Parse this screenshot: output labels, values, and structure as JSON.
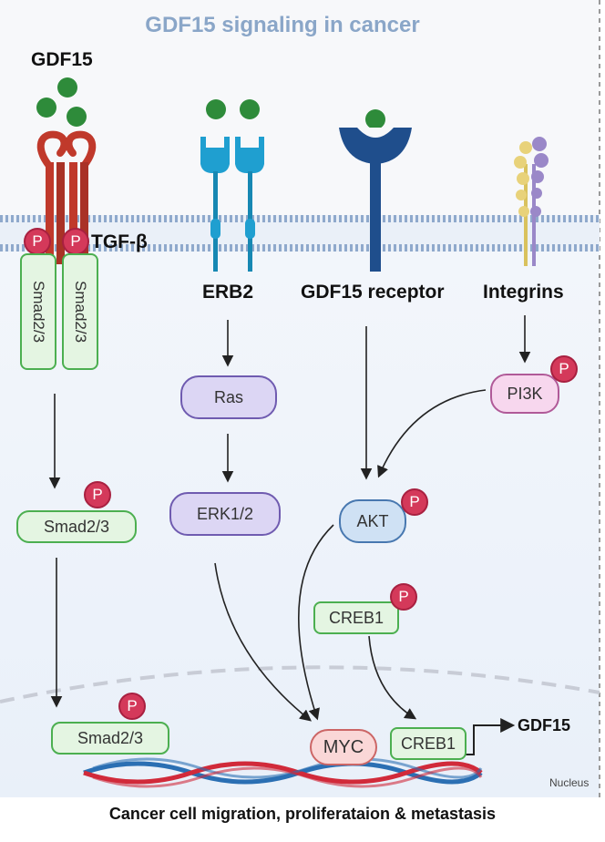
{
  "title": "GDF15 signaling in cancer",
  "ligand_label": "GDF15",
  "receptors": {
    "tgfb": "TGF-β",
    "erb2": "ERB2",
    "gdf15_receptor": "GDF15 receptor",
    "integrins": "Integrins"
  },
  "nodes": {
    "smad_left": "Smad2/3",
    "smad_right": "Smad2/3",
    "smad_mid": "Smad2/3",
    "smad_nuclear": "Smad2/3",
    "ras": "Ras",
    "erk": "ERK1/2",
    "akt": "AKT",
    "pi3k": "PI3K",
    "creb_cyto": "CREB1",
    "myc": "MYC",
    "creb_nuclear": "CREB1"
  },
  "phospho_label": "P",
  "output_label": "GDF15",
  "nucleus_label": "Nucleus",
  "bottom_caption": "Cancer cell migration, proliferataion & metastasis",
  "colors": {
    "title": "#8aa6c8",
    "gdf15_ball": "#2e8b3a",
    "tgfb_receptor": "#c0392b",
    "erb2_receptor": "#1f9fd0",
    "gdf15_receptor": "#1f4e8c",
    "integrin_a": "#e8d27a",
    "integrin_b": "#9a88c8",
    "phospho": "#d4395a",
    "dna_red": "#d12a3a",
    "dna_blue": "#2b6fb3"
  }
}
